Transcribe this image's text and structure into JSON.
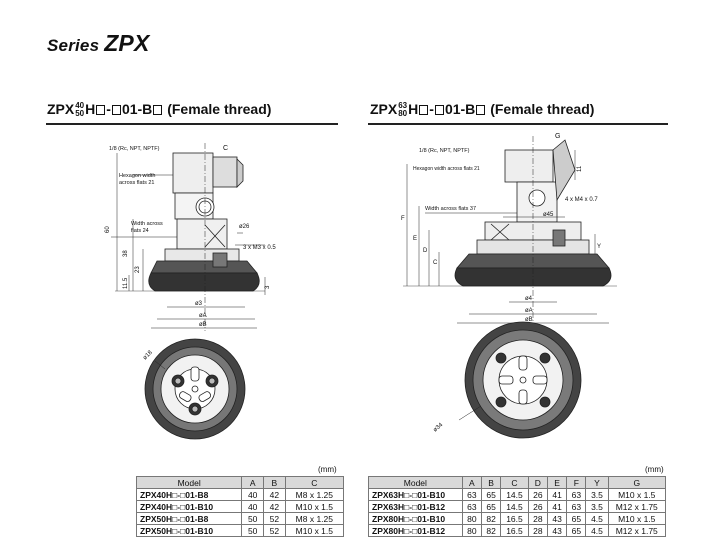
{
  "series": {
    "prefix": "Series",
    "name": "ZPX"
  },
  "left": {
    "title_prefix": "ZPX",
    "title_sup_top": "40",
    "title_sup_bottom": "50",
    "title_mid1": "H",
    "title_mid2": "-",
    "title_mid3": "01-B",
    "title_suffix": "(Female thread)",
    "callouts": {
      "port": "1/8 (Rc, NPT, NPTF)",
      "c": "C",
      "hex_line1": "Hexagon width",
      "hex_line2": "across flats 21",
      "width_line1": "Width across",
      "width_line2": "flats 24",
      "dia26": "ø26",
      "screws": "3 x M3 x 0.5",
      "d60": "60",
      "d38": "38",
      "d23": "23",
      "d11_5": "11.5",
      "d3": "3",
      "dia3": "ø3",
      "diaA": "øA",
      "diaB": "øB",
      "dia18": "ø18"
    },
    "table": {
      "unit": "(mm)",
      "headers": [
        "Model",
        "A",
        "B",
        "C"
      ],
      "rows": [
        [
          "ZPX40H□-□01-B8",
          "40",
          "42",
          "M8 x 1.25"
        ],
        [
          "ZPX40H□-□01-B10",
          "40",
          "42",
          "M10 x 1.5"
        ],
        [
          "ZPX50H□-□01-B8",
          "50",
          "52",
          "M8 x 1.25"
        ],
        [
          "ZPX50H□-□01-B10",
          "50",
          "52",
          "M10 x 1.5"
        ]
      ]
    }
  },
  "right": {
    "title_prefix": "ZPX",
    "title_sup_top": "63",
    "title_sup_bottom": "80",
    "title_mid1": "H",
    "title_mid2": "-",
    "title_mid3": "01-B",
    "title_suffix": "(Female thread)",
    "callouts": {
      "port": "1/8 (Rc, NPT, NPTF)",
      "g": "G",
      "hex": "Hexagon width across flats 21",
      "d11": "11",
      "width": "Width across flats 37",
      "dia45": "ø45",
      "screws": "4 x M4 x 0.7",
      "f": "F",
      "e": "E",
      "d": "D",
      "c": "C",
      "y": "Y",
      "dia4": "ø4",
      "diaA": "øA",
      "diaB": "øB",
      "dia34": "ø34"
    },
    "table": {
      "unit": "(mm)",
      "headers": [
        "Model",
        "A",
        "B",
        "C",
        "D",
        "E",
        "F",
        "Y",
        "G"
      ],
      "rows": [
        [
          "ZPX63H□-□01-B10",
          "63",
          "65",
          "14.5",
          "26",
          "41",
          "63",
          "3.5",
          "M10 x 1.5"
        ],
        [
          "ZPX63H□-□01-B12",
          "63",
          "65",
          "14.5",
          "26",
          "41",
          "63",
          "3.5",
          "M12 x 1.75"
        ],
        [
          "ZPX80H□-□01-B10",
          "80",
          "82",
          "16.5",
          "28",
          "43",
          "65",
          "4.5",
          "M10 x 1.5"
        ],
        [
          "ZPX80H□-□01-B12",
          "80",
          "82",
          "16.5",
          "28",
          "43",
          "65",
          "4.5",
          "M12 x 1.75"
        ]
      ]
    }
  }
}
